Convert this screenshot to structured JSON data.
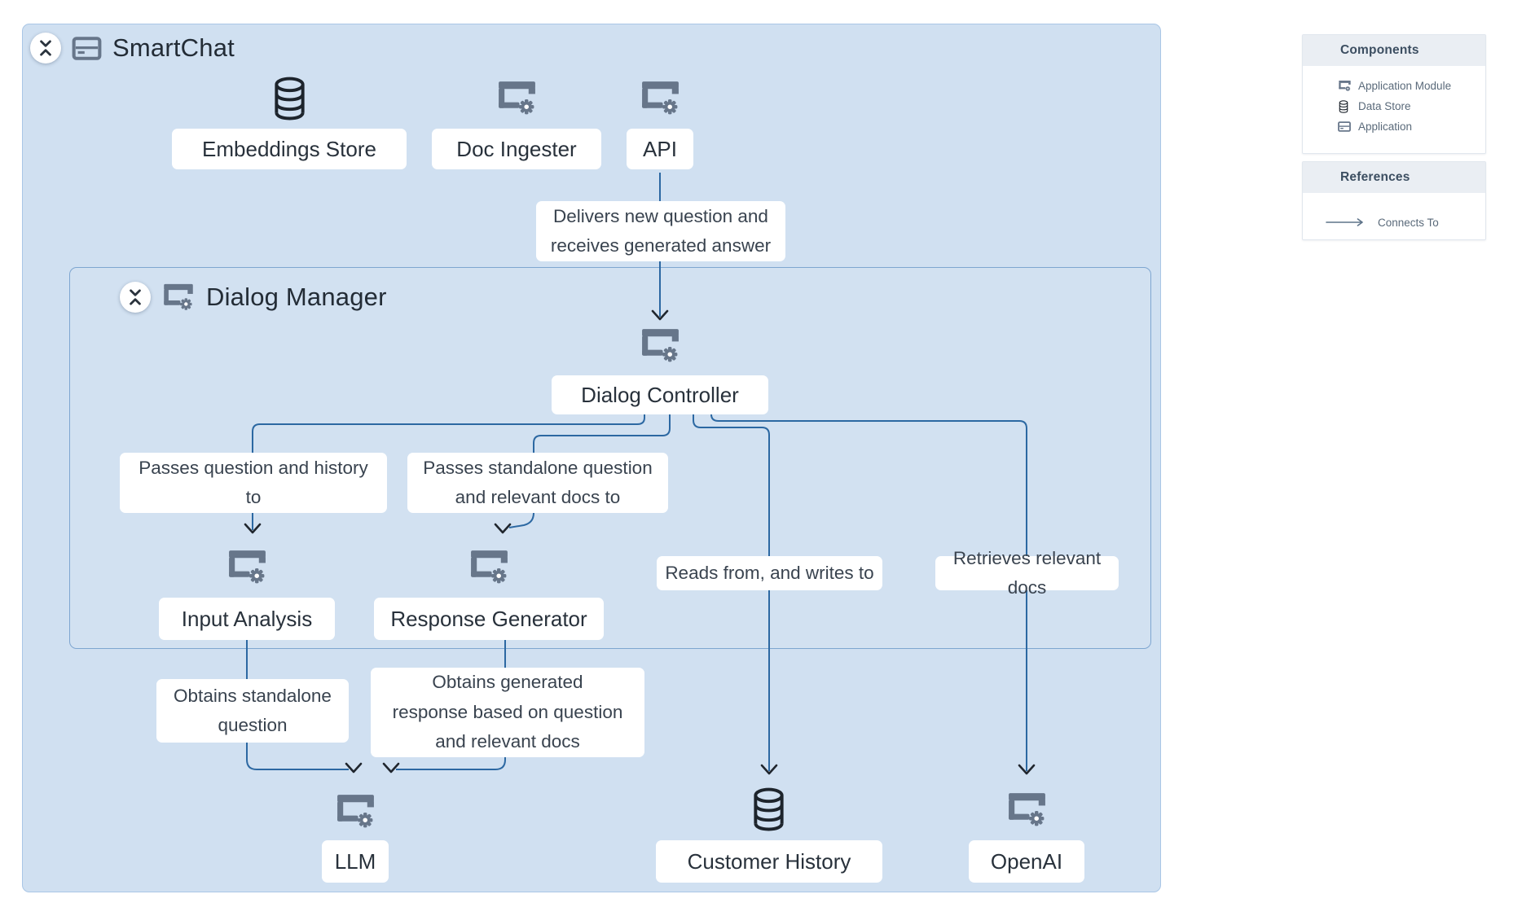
{
  "diagram": {
    "groups": {
      "smartchat": {
        "title": "SmartChat",
        "icon": "application"
      },
      "dialog_manager": {
        "title": "Dialog Manager",
        "icon": "application-module"
      }
    },
    "nodes": {
      "embeddings_store": {
        "label": "Embeddings Store",
        "icon": "data-store"
      },
      "doc_ingester": {
        "label": "Doc Ingester",
        "icon": "application-module"
      },
      "api": {
        "label": "API",
        "icon": "application-module"
      },
      "dialog_controller": {
        "label": "Dialog Controller",
        "icon": "application-module"
      },
      "input_analysis": {
        "label": "Input Analysis",
        "icon": "application-module"
      },
      "response_generator": {
        "label": "Response Generator",
        "icon": "application-module"
      },
      "llm": {
        "label": "LLM",
        "icon": "application-module"
      },
      "customer_history": {
        "label": "Customer History",
        "icon": "data-store"
      },
      "openai": {
        "label": "OpenAI",
        "icon": "application-module"
      }
    },
    "edges": {
      "api_to_dialog_controller": "Delivers new question and\nreceives generated answer",
      "dc_to_input_analysis": "Passes question and history\nto",
      "dc_to_response_generator": "Passes standalone question\nand relevant docs to",
      "dc_to_customer_history": "Reads from, and writes to",
      "dc_to_openai": "Retrieves relevant docs",
      "ia_to_llm": "Obtains standalone\nquestion",
      "rg_to_llm": "Obtains generated\nresponse based on question\nand relevant docs"
    }
  },
  "legend": {
    "components": {
      "title": "Components",
      "items": [
        {
          "icon": "application-module",
          "label": "Application Module"
        },
        {
          "icon": "data-store",
          "label": "Data Store"
        },
        {
          "icon": "application",
          "label": "Application"
        }
      ]
    },
    "references": {
      "title": "References",
      "items": [
        {
          "icon": "connects-to-arrow",
          "label": "Connects To"
        }
      ]
    }
  },
  "colors": {
    "group_fill": "#d0e0f1",
    "group_border": "#a9c6e6",
    "inner_group_border": "#7ea6d0",
    "edge_line": "#2c68a2",
    "arrowhead": "#20262e",
    "icon_slate": "#67768a",
    "icon_dark": "#1d242c"
  }
}
